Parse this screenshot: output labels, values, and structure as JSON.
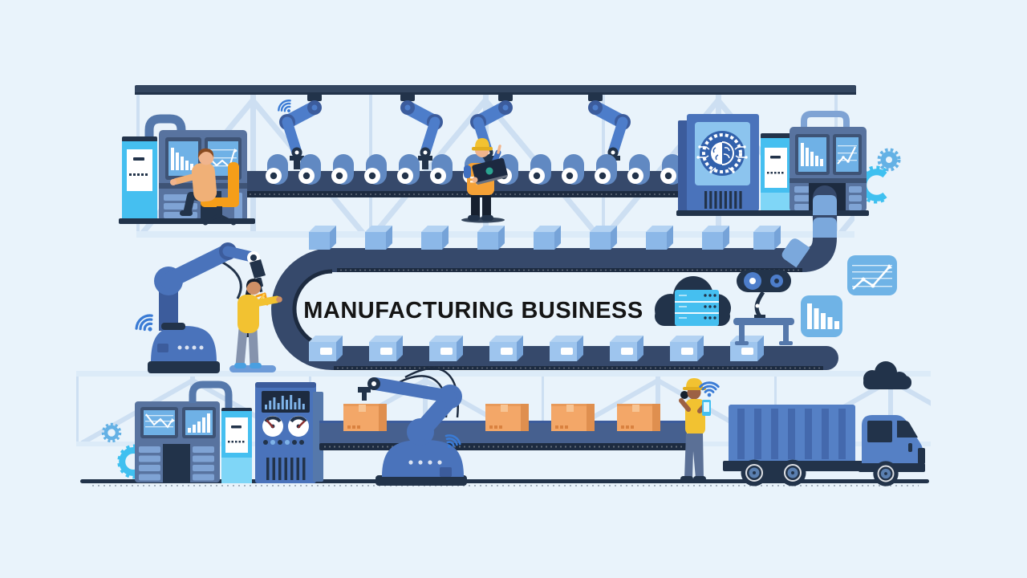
{
  "title": {
    "text": "MANUFACTURING BUSINESS"
  },
  "palette": {
    "background": "#e9f3fb",
    "lattice": "#cddff2",
    "chord": "#dcebf8",
    "navy": "#22334a",
    "rail": "#33455f",
    "dark_edge": "#1d2b40",
    "belt": "#36496b",
    "belt_slate": "#46608f",
    "machine_blue": "#4a73bb",
    "arm_blue": "#4d7dca",
    "console_slate": "#58739f",
    "side_blue": "#3c5c9c",
    "bezel": "#3e5375",
    "screen_blue": "#6fb1e6",
    "screen_light": "#8cc4ee",
    "emblem_blue": "#3261ac",
    "cyan": "#45bff0",
    "cyan_light": "#7fd6f7",
    "icon_blue": "#6fb3e6",
    "slat_blue": "#7fa3d4",
    "roller_blue": "#6189c2",
    "support_slate": "#5578ab",
    "box_front": "#8cb8e8",
    "box_top": "#b3d2f2",
    "box_side": "#76a3d8",
    "block_front": "#9ec5ee",
    "dbox_blue": "#7ba8dc",
    "cardboard": "#f3a768",
    "cardboard_side": "#df8f4f",
    "cardboard_dot": "#d9813f",
    "tape": "#f7c493",
    "orange": "#f59e19",
    "vest_orange": "#f5a136",
    "yellow": "#f2c231",
    "hat_brim": "#e2ae1f",
    "shirt_tan": "#f0b077",
    "shirt_blue": "#3f6fc0",
    "skin_light": "#f0b48d",
    "skin_tan": "#cf9066",
    "skin_dark": "#9c6144",
    "hair_brown": "#8a4b21",
    "hair_black": "#16202f",
    "pants_gray": "#8593ad",
    "pants_slate": "#5b7096",
    "shoe_blue": "#4a9fe0",
    "mat_blue": "#6d9bd8",
    "wifi_blue": "#3a7bd5",
    "teal": "#2ba591",
    "laptop_dark": "#1c2940",
    "truck_blue": "#5580c5",
    "rib_blue": "#4469ad",
    "hub_slate": "#5a7fb0",
    "gear_cyan": "#3fc0f0",
    "gear_blue": "#64b1e5",
    "white": "#ffffff",
    "text_dark": "#151515",
    "equalizer": "#7fb3e8",
    "needle_red": "#8a3030",
    "spark_orange": "#f59e19",
    "spark_yellow": "#ffd34d"
  },
  "icons": [
    {
      "name": "wifi-icon",
      "shape": "concentric-arcs"
    },
    {
      "name": "gear-icon",
      "shape": "toothed-ring"
    },
    {
      "name": "bar-chart-icon",
      "shape": "descending-bars"
    },
    {
      "name": "line-chart-icon",
      "shape": "rising-polyline-arrow"
    },
    {
      "name": "cloud-server-icon",
      "shape": "cloud-with-server-rack"
    },
    {
      "name": "ai-brain-icon",
      "shape": "brain-in-gear-circle"
    }
  ]
}
